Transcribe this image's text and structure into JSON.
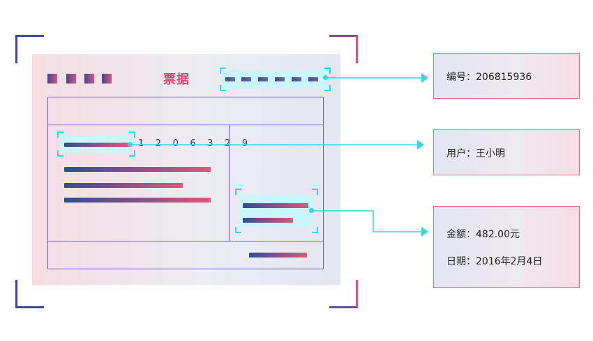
{
  "receipt": {
    "title": "票据",
    "number_digits": "1 2 0 6 3 2 9"
  },
  "fields": {
    "number": {
      "label": "编号：",
      "value": "206815936"
    },
    "user": {
      "label": "用户：",
      "value": "王小明"
    },
    "amount": {
      "label": "金额：",
      "value": "482.00元"
    },
    "date": {
      "label": "日期：",
      "value": "2016年2月4日"
    }
  },
  "colors": {
    "accent_cyan": "#35d4e6",
    "brand_red": "#e0446f",
    "brand_blue": "#3d4a96"
  }
}
